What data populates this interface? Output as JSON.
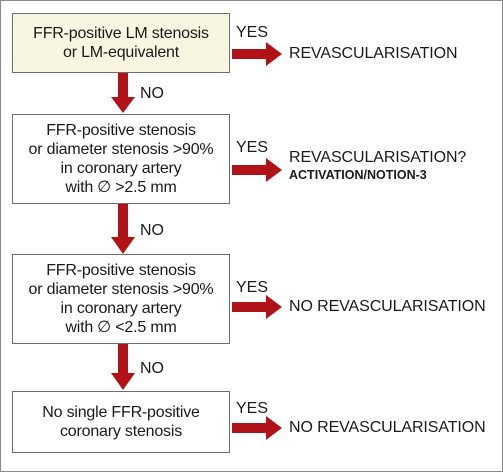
{
  "colors": {
    "arrow": "#b01218",
    "first_box_fill": "#f8f5e1",
    "box_border": "#6e6e6e"
  },
  "steps": [
    {
      "lines": [
        "FFR-positive LM stenosis",
        "or LM-equivalent"
      ],
      "yes_label": "YES",
      "outcome": "REVASCULARISATION",
      "outcome_sub": ""
    },
    {
      "lines": [
        "FFR-positive stenosis",
        "or diameter stenosis >90%",
        "in coronary artery",
        "with ∅ >2.5 mm"
      ],
      "yes_label": "YES",
      "outcome": "REVASCULARISATION?",
      "outcome_sub": "ACTIVATION/NOTION-3"
    },
    {
      "lines": [
        "FFR-positive stenosis",
        "or diameter stenosis >90%",
        "in coronary artery",
        "with ∅ <2.5 mm"
      ],
      "yes_label": "YES",
      "outcome": "NO REVASCULARISATION",
      "outcome_sub": ""
    },
    {
      "lines": [
        "No single FFR-positive",
        "coronary stenosis"
      ],
      "yes_label": "YES",
      "outcome": "NO REVASCULARISATION",
      "outcome_sub": ""
    }
  ],
  "no_labels": [
    "NO",
    "NO",
    "NO"
  ]
}
